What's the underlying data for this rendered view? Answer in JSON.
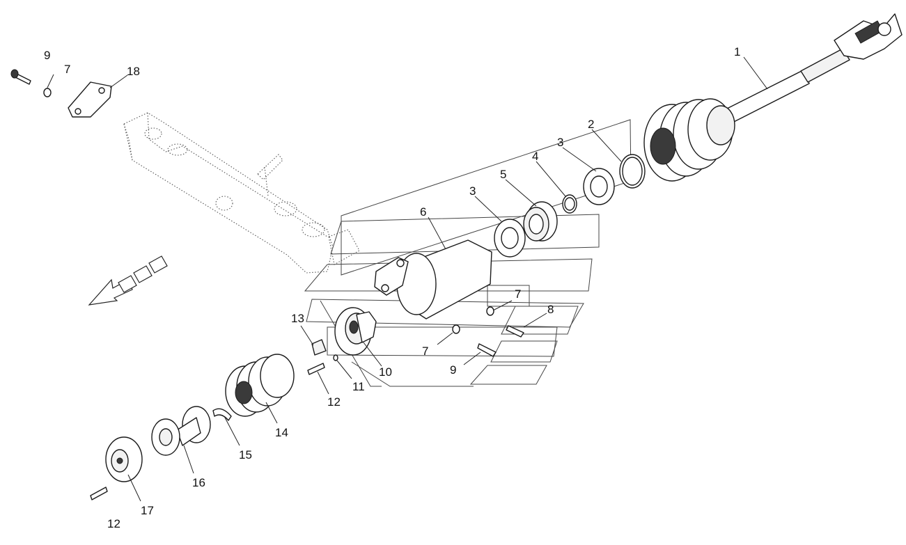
{
  "callouts": [
    {
      "id": "c1",
      "text": "1"
    },
    {
      "id": "c2",
      "text": "2"
    },
    {
      "id": "c3a",
      "text": "3"
    },
    {
      "id": "c3b",
      "text": "3"
    },
    {
      "id": "c4",
      "text": "4"
    },
    {
      "id": "c5",
      "text": "5"
    },
    {
      "id": "c6",
      "text": "6"
    },
    {
      "id": "c7a",
      "text": "7"
    },
    {
      "id": "c7b",
      "text": "7"
    },
    {
      "id": "c7c",
      "text": "7"
    },
    {
      "id": "c8",
      "text": "8"
    },
    {
      "id": "c9a",
      "text": "9"
    },
    {
      "id": "c9b",
      "text": "9"
    },
    {
      "id": "c10",
      "text": "10"
    },
    {
      "id": "c11",
      "text": "11"
    },
    {
      "id": "c12a",
      "text": "12"
    },
    {
      "id": "c12b",
      "text": "12"
    },
    {
      "id": "c13",
      "text": "13"
    },
    {
      "id": "c14",
      "text": "14"
    },
    {
      "id": "c15",
      "text": "15"
    },
    {
      "id": "c16",
      "text": "16"
    },
    {
      "id": "c17",
      "text": "17"
    },
    {
      "id": "c18",
      "text": "18"
    }
  ]
}
